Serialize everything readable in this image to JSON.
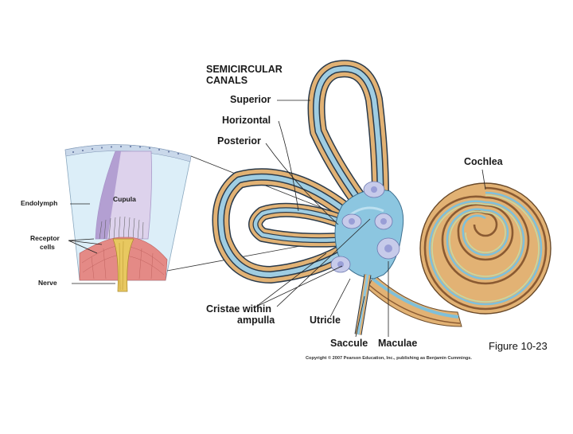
{
  "labels": {
    "semicircular_line1": "SEMICIRCULAR",
    "semicircular_line2": "CANALS",
    "superior": "Superior",
    "horizontal": "Horizontal",
    "posterior": "Posterior",
    "cochlea": "Cochlea",
    "endolymph": "Endolymph",
    "cupula": "Cupula",
    "receptor_line1": "Receptor",
    "receptor_line2": "cells",
    "nerve": "Nerve",
    "cristae_line1": "Cristae within",
    "cristae_line2": "ampulla",
    "utricle": "Utricle",
    "saccule": "Saccule",
    "maculae": "Maculae"
  },
  "figure_number": "Figure 10-23",
  "copyright": "Copyright © 2007 Pearson Education, Inc., publishing as Benjamin Cummings.",
  "colors": {
    "canal_outer": "#2a3a4a",
    "canal_tan": "#e2b274",
    "canal_blue": "#9fcde2",
    "vestibule": "#8cc6e0",
    "inset_bg": "#dceef8",
    "cupula": "#ddd2ec",
    "tissue": "#e48a86",
    "nerve": "#e8c860"
  }
}
